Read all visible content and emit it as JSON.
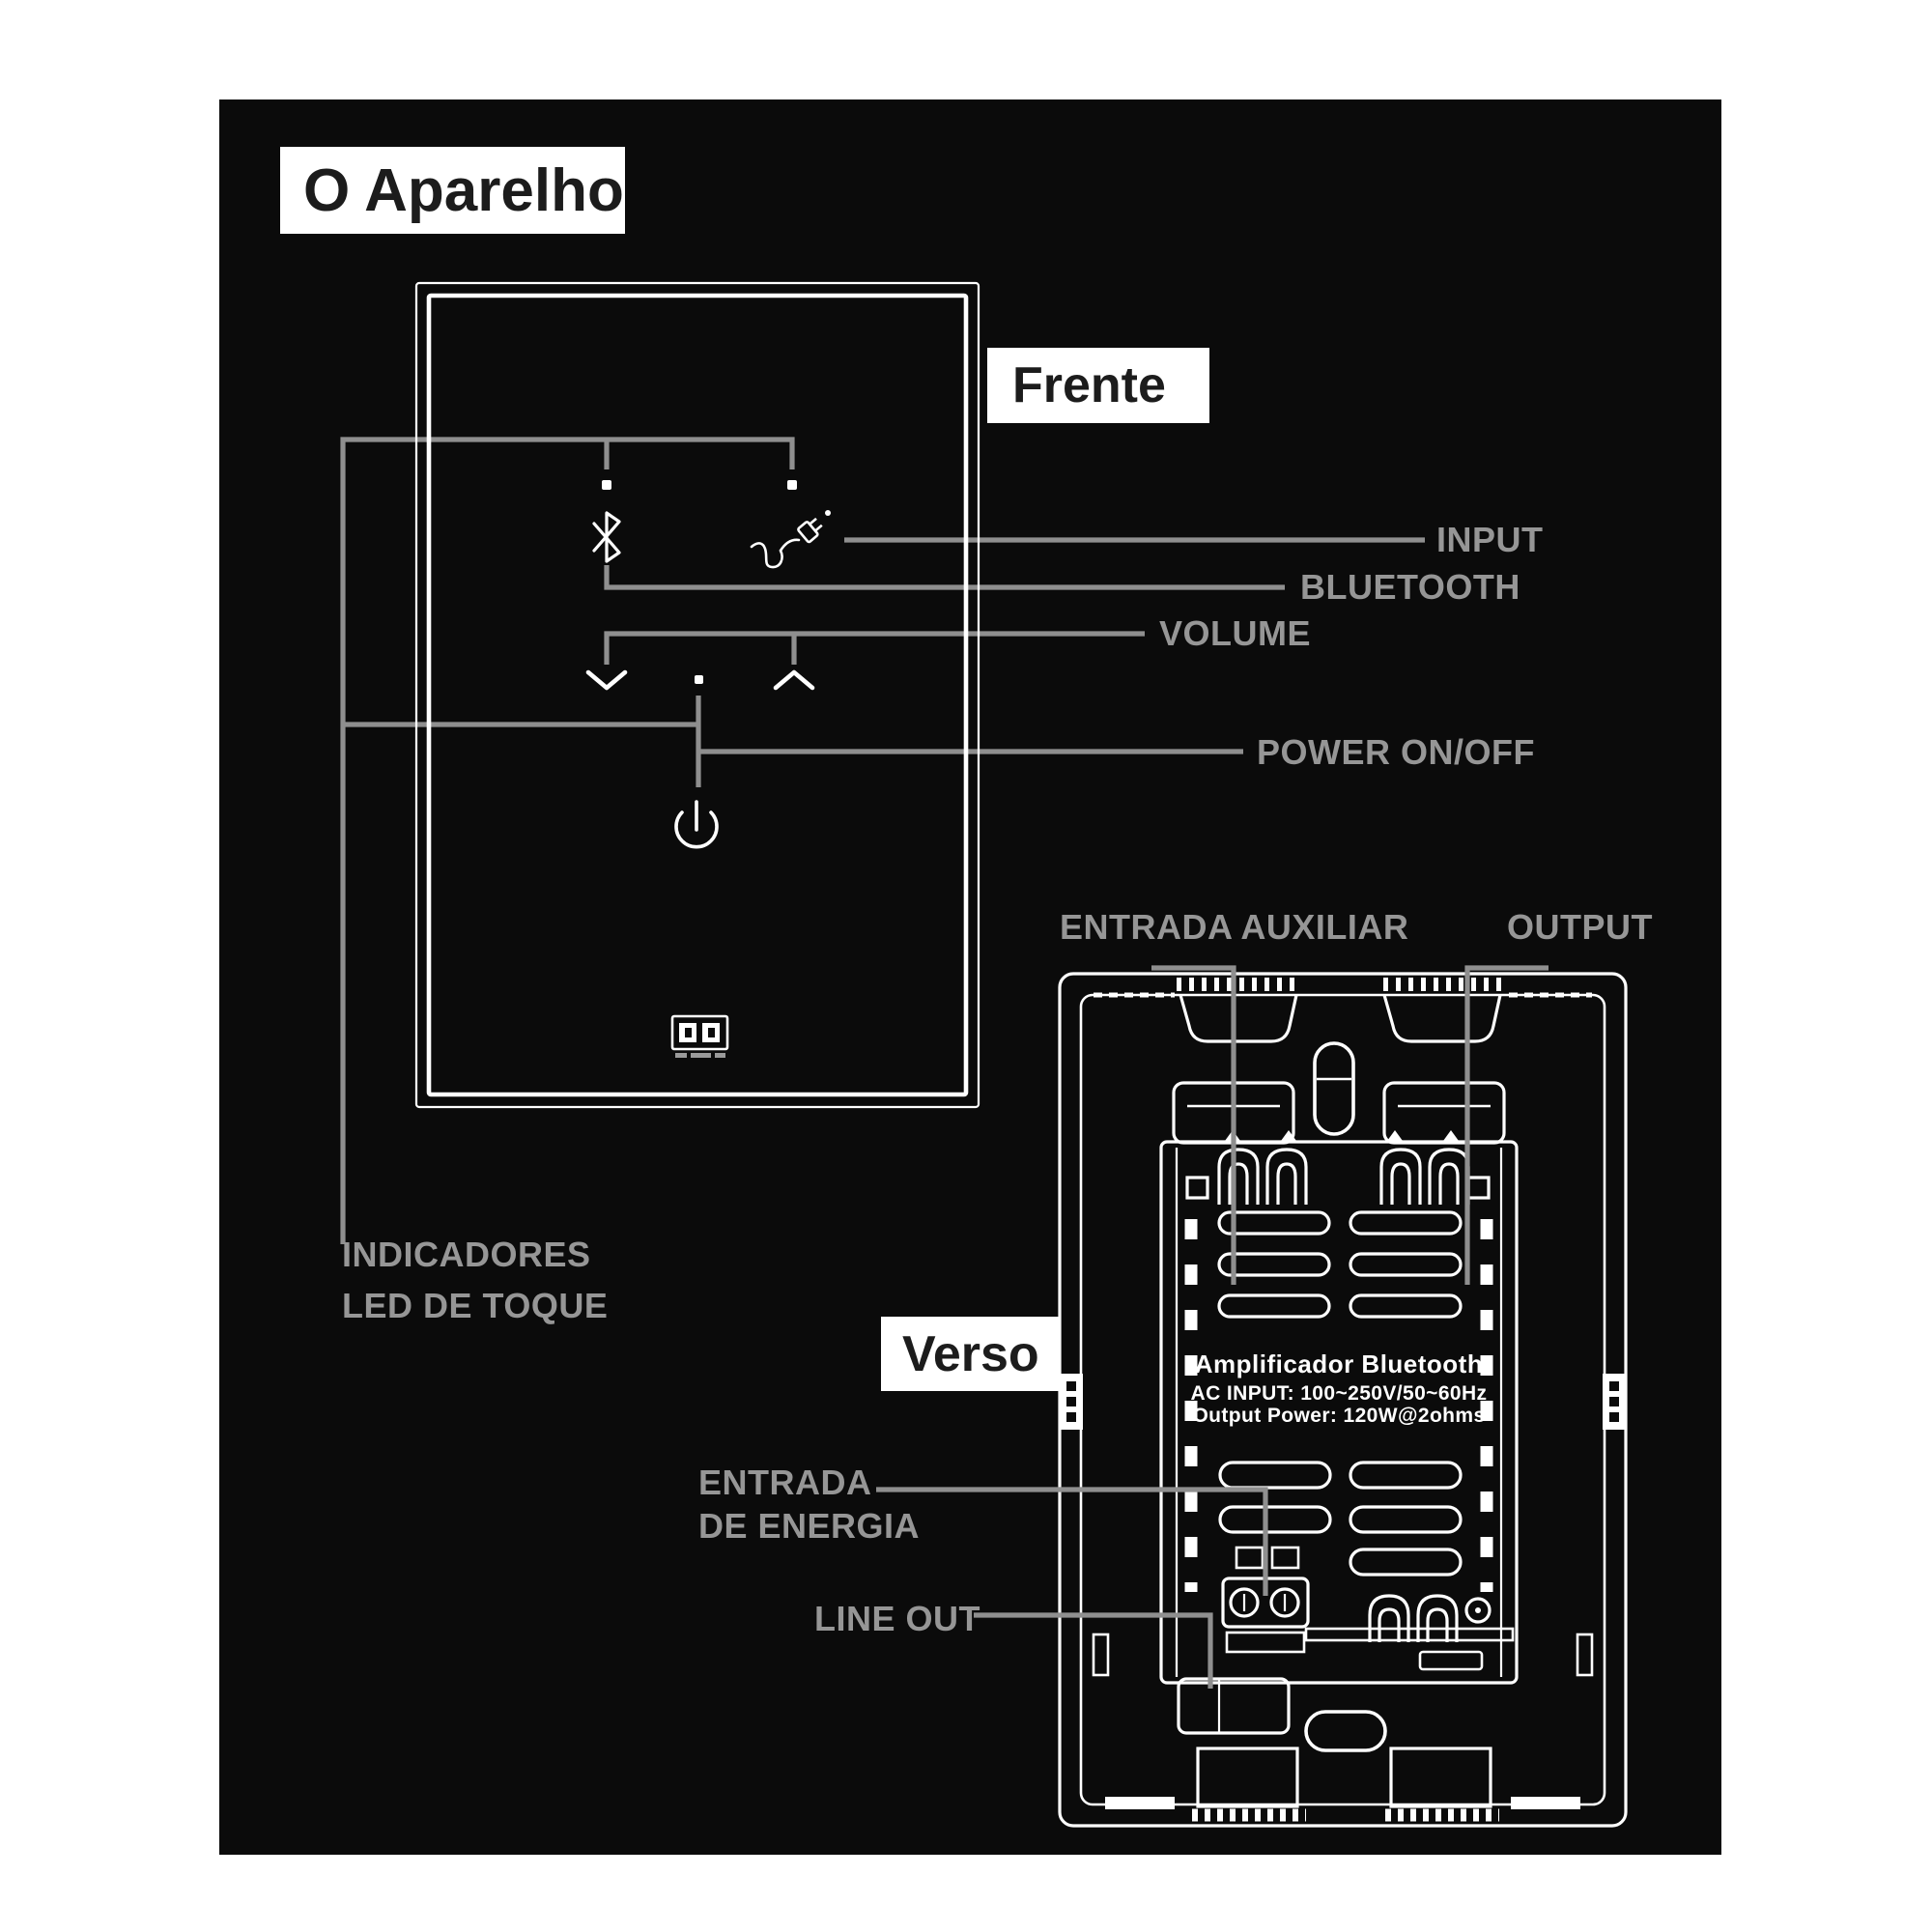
{
  "header": {
    "title": "O Aparelho"
  },
  "views": {
    "front_label": "Frente",
    "back_label": "Verso"
  },
  "front_callouts": {
    "input": "INPUT",
    "bluetooth": "BLUETOOTH",
    "volume": "VOLUME",
    "power": "POWER ON/OFF",
    "indicators_line1": "INDICADORES",
    "indicators_line2": "LED DE TOQUE"
  },
  "back_callouts": {
    "aux_input": "ENTRADA AUXILIAR",
    "output": "OUTPUT",
    "power_input_line1": "ENTRADA",
    "power_input_line2": "DE ENERGIA",
    "line_out": "LINE OUT"
  },
  "back_plate": {
    "title": "Amplificador Bluetooth",
    "spec_line1": "AC INPUT: 100~250V/50~60Hz",
    "spec_line2": "Output Power: 120W@2ohms"
  },
  "icons": {
    "bluetooth_icon": "bluetooth rune",
    "input_icon": "aux cable with plug",
    "volume_down_icon": "chevron-down",
    "volume_up_icon": "chevron-up",
    "power_icon": "power on/off symbol",
    "touch_led_dots": "small square touch LEDs",
    "brand_logo": "small rectangular logo with two squares"
  },
  "colors": {
    "page_background": "#ffffff",
    "diagram_background": "#0b0b0b",
    "line_art_white": "#ffffff",
    "callout_gray": "#969696",
    "callout_line_gray": "#8f8f8f",
    "label_box_bg": "#ffffff",
    "label_box_text": "#1c1c1c"
  }
}
